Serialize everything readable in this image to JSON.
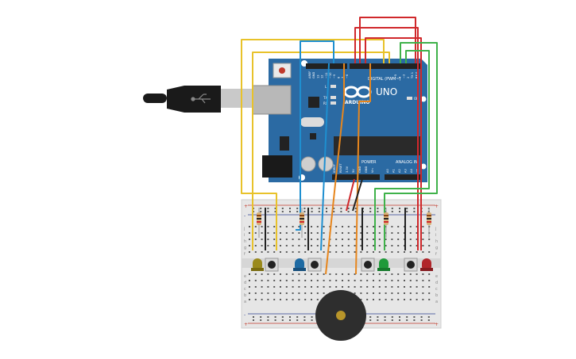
{
  "board": {
    "name": "UNO",
    "brand": "ARDUINO",
    "digital_label": "DIGITAL (PWM~)",
    "power_label": "POWER",
    "analog_label": "ANALOG IN",
    "led_l": "L",
    "led_tx": "TX",
    "led_rx": "RX",
    "on_label": "ON",
    "top_pins": [
      "AREF",
      "GND",
      "13",
      "12",
      "~11",
      "~10",
      "~9",
      "8",
      "7",
      "~6",
      "~5",
      "4",
      "~3",
      "2",
      "TX 1",
      "RX 0"
    ],
    "power_pins": [
      "IOREF",
      "RESET",
      "3.3V",
      "5V",
      "GND",
      "GND",
      "Vin"
    ],
    "analog_pins": [
      "A0",
      "A1",
      "A2",
      "A3",
      "A4",
      "A5"
    ]
  },
  "breadboard": {
    "rail_plus": "+",
    "rail_minus": "-",
    "row_letters_top": [
      "j",
      "i",
      "h",
      "g",
      "f"
    ],
    "row_letters_bottom": [
      "e",
      "d",
      "c",
      "b",
      "a"
    ]
  },
  "colors": {
    "board": "#2b6aa3",
    "board_dark": "#1f4f7d",
    "breadboard": "#e6e6e6",
    "wire_yellow": "#e8c22a",
    "wire_blue": "#1e8fd0",
    "wire_red": "#d0282b",
    "wire_green": "#3fb24a",
    "wire_orange": "#e7861d",
    "wire_black": "#222222",
    "led_yellow": "#9a8a1c",
    "led_blue": "#1d6aa3",
    "led_green": "#1f9a3a",
    "led_red": "#b0252a",
    "buzzer": "#2e2e2e",
    "cable": "#1a1a1a"
  },
  "components": [
    "usb-cable",
    "arduino-uno",
    "breadboard",
    "piezo-buzzer",
    "push-button",
    "led",
    "resistor"
  ]
}
